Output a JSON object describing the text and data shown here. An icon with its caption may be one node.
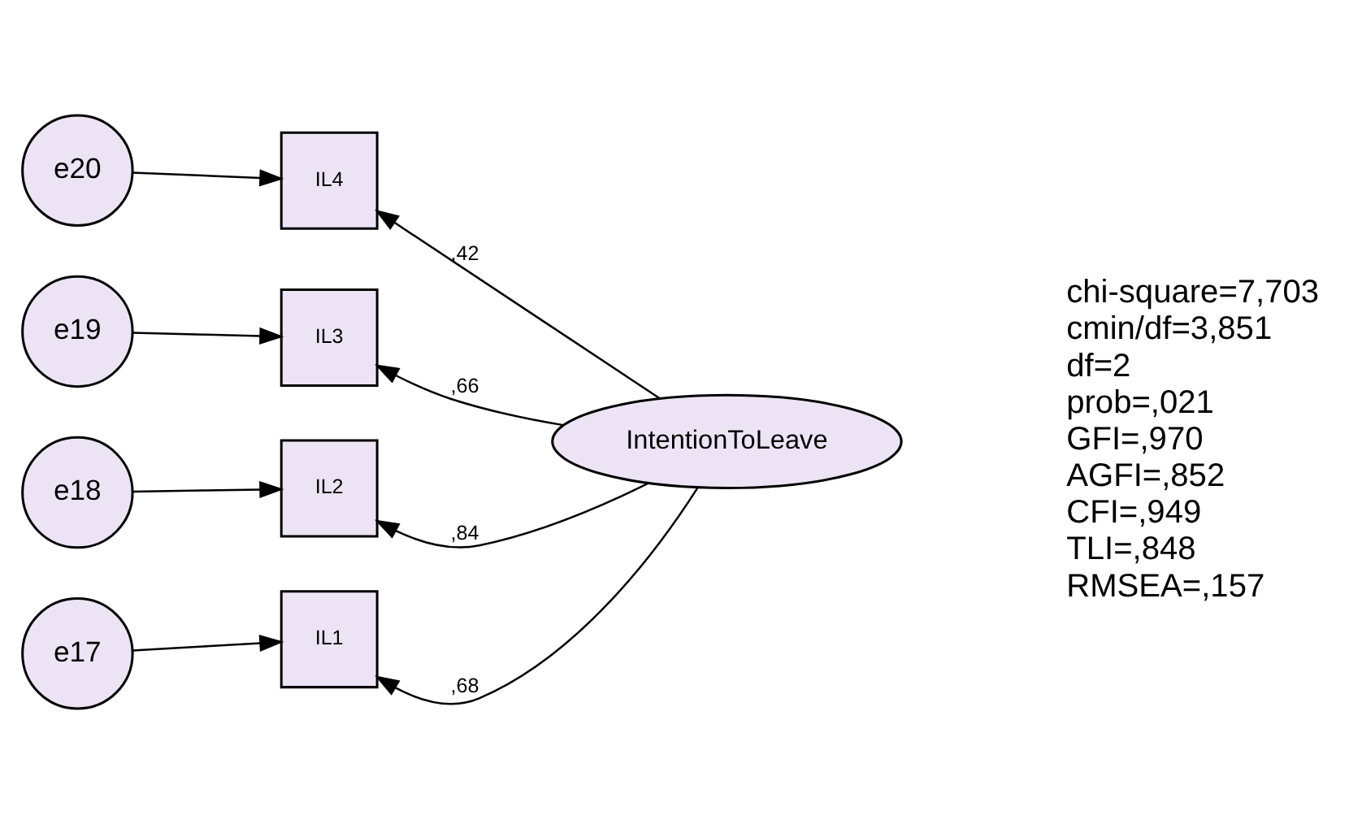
{
  "diagram": {
    "nodes": [
      {
        "text": [
          "e20"
        ]
      },
      {
        "text": [
          "IL4"
        ]
      },
      {
        "text": [
          "e19"
        ]
      },
      {
        "text": [
          "IL3"
        ]
      },
      {
        "text": [
          "e18"
        ]
      },
      {
        "text": [
          "IL2"
        ]
      },
      {
        "text": [
          "e17"
        ]
      },
      {
        "text": [
          "IL1"
        ]
      },
      {
        "text": [
          "IntentionToLeave"
        ]
      }
    ],
    "edges": [
      {
        "from": 0,
        "to": 1,
        "arrow": "to"
      },
      {
        "from": 2,
        "to": 3,
        "arrow": "to"
      },
      {
        "from": 4,
        "to": 5,
        "arrow": "to"
      },
      {
        "from": 6,
        "to": 7,
        "arrow": "to"
      },
      {
        "from": 8,
        "to": 1,
        "arrow": "to",
        "label": ",42"
      },
      {
        "from": 8,
        "to": 3,
        "arrow": "to",
        "label": ",66"
      },
      {
        "from": 8,
        "to": 5,
        "arrow": "to",
        "label": ",84"
      },
      {
        "from": 8,
        "to": 7,
        "arrow": "to",
        "label": ",68"
      }
    ],
    "labels": [
      "chi-square=7,703",
      "cmin/df=3,851",
      "df=2",
      "prob=,021",
      "GFI=,970",
      "AGFI=,852",
      "CFI=,949",
      "TLI=,848",
      "RMSEA=,157"
    ]
  }
}
